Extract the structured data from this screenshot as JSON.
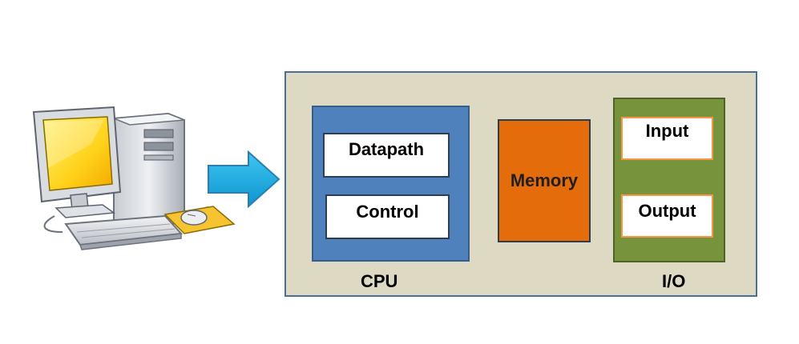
{
  "diagram": {
    "cpu": {
      "label": "CPU",
      "datapath_label": "Datapath",
      "control_label": "Control"
    },
    "memory": {
      "label": "Memory"
    },
    "io": {
      "label": "I/O",
      "input_label": "Input",
      "output_label": "Output"
    }
  },
  "colors": {
    "system_background": "#ddd9c3",
    "cpu_blue": "#4f81bd",
    "memory_orange": "#e46c0a",
    "io_green": "#77933c",
    "arrow_blue": "#1faee6"
  },
  "icons": {
    "computer": "desktop-computer-icon",
    "arrow": "right-arrow-icon"
  }
}
